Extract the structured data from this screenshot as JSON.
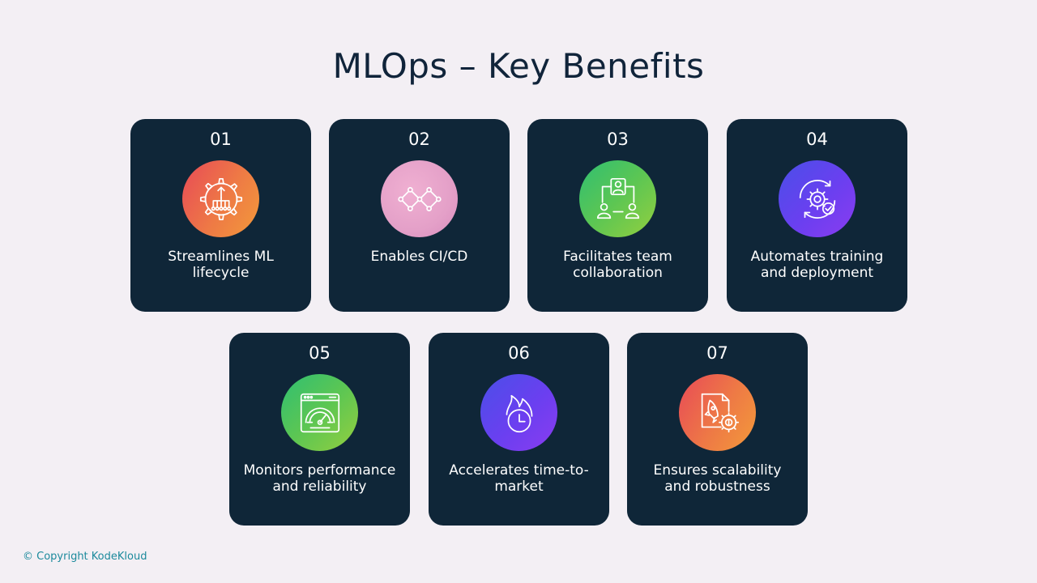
{
  "title": "MLOps – Key Benefits",
  "cards": [
    {
      "number": "01",
      "label": "Streamlines ML lifecycle",
      "icon": "gear-hierarchy-icon"
    },
    {
      "number": "02",
      "label": "Enables CI/CD",
      "icon": "infinity-icon"
    },
    {
      "number": "03",
      "label": "Facilitates team collaboration",
      "icon": "team-collaboration-icon"
    },
    {
      "number": "04",
      "label": "Automates training and deployment",
      "icon": "gear-cycle-check-icon"
    },
    {
      "number": "05",
      "label": "Monitors performance and reliability",
      "icon": "dashboard-gauge-icon"
    },
    {
      "number": "06",
      "label": "Accelerates time-to-market",
      "icon": "fire-clock-icon"
    },
    {
      "number": "07",
      "label": "Ensures scalability and robustness",
      "icon": "rocket-gear-icon"
    }
  ],
  "footer": {
    "copyright": "© Copyright KodeKloud"
  },
  "colors": {
    "background": "#f3eff4",
    "card": "#0f2638",
    "title": "#10243a",
    "copyright": "#1c8a9c"
  }
}
